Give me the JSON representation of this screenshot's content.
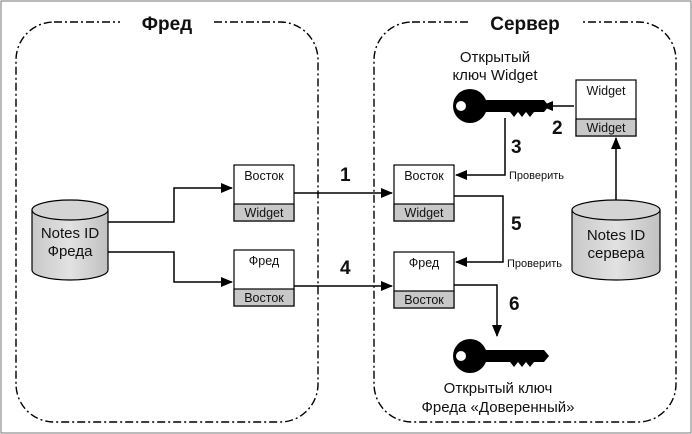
{
  "diagram": {
    "groups": {
      "fred": "Фред",
      "server": "Сервер"
    },
    "databases": {
      "fred_id": [
        "Notes ID",
        "Фреда"
      ],
      "server_id": [
        "Notes ID",
        "сервера"
      ]
    },
    "certs": {
      "fred_vostok_widget": {
        "top": "Восток",
        "bottom": "Widget"
      },
      "fred_fred_vostok": {
        "top": "Фред",
        "bottom": "Восток"
      },
      "server_vostok_widget": {
        "top": "Восток",
        "bottom": "Widget"
      },
      "server_fred_vostok": {
        "top": "Фред",
        "bottom": "Восток"
      },
      "server_widget_widget": {
        "top": "Widget",
        "bottom": "Widget"
      }
    },
    "keys": {
      "widget_public": [
        "Открытый",
        "ключ Widget"
      ],
      "fred_trusted": [
        "Открытый ключ",
        "Фреда «Доверенный»"
      ]
    },
    "steps": [
      "1",
      "2",
      "3",
      "4",
      "5",
      "6"
    ],
    "verify_label": "Проверить"
  }
}
